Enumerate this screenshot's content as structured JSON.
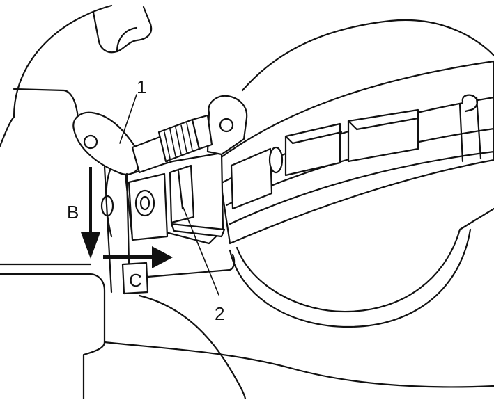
{
  "labels": {
    "callout_1": "1",
    "callout_2": "2",
    "arrow_b": "B",
    "arrow_c": "C"
  },
  "colors": {
    "line": "#111111",
    "background": "#ffffff"
  }
}
